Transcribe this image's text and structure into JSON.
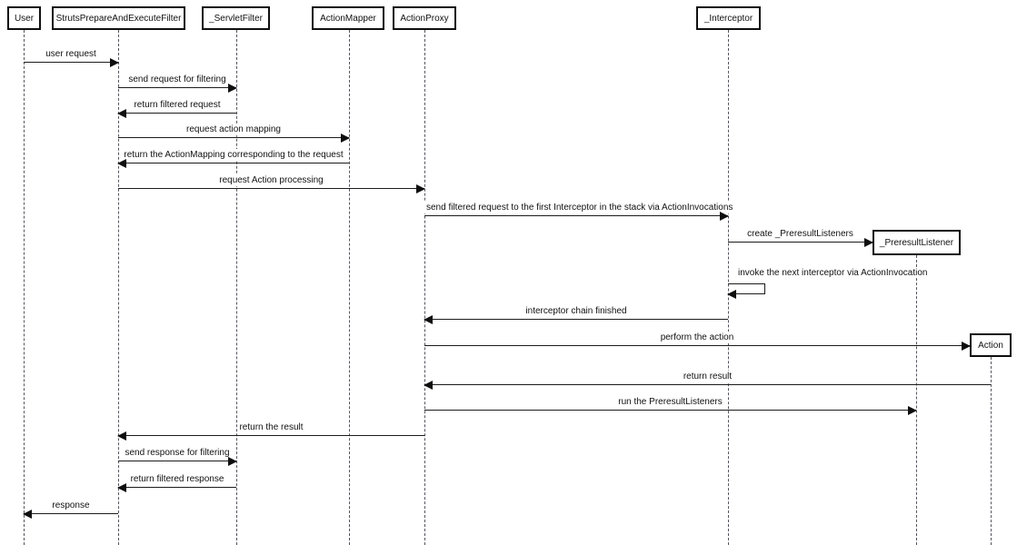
{
  "diagram": {
    "type": "uml-sequence",
    "colors": {
      "background": "#ffffff",
      "box_border": "#0f0f0f",
      "line": "#1c1c1c",
      "lifeline": "#55555f",
      "text": "#111111"
    }
  },
  "participants": [
    {
      "name": "User",
      "created": false
    },
    {
      "name": "StrutsPrepareAndExecuteFilter",
      "created": false
    },
    {
      "name": "_ServletFilter",
      "created": false
    },
    {
      "name": "ActionMapper",
      "created": false
    },
    {
      "name": "ActionProxy",
      "created": false
    },
    {
      "name": "_Interceptor",
      "created": false
    },
    {
      "name": "_PreresultListener",
      "created": true
    },
    {
      "name": "Action",
      "created": true
    }
  ],
  "messages": [
    {
      "label": "user request",
      "from": "User",
      "to": "StrutsPrepareAndExecuteFilter",
      "kind": "arrow"
    },
    {
      "label": "send request for filtering",
      "from": "StrutsPrepareAndExecuteFilter",
      "to": "_ServletFilter",
      "kind": "arrow"
    },
    {
      "label": "return filtered request",
      "from": "_ServletFilter",
      "to": "StrutsPrepareAndExecuteFilter",
      "kind": "arrow"
    },
    {
      "label": "request action mapping",
      "from": "StrutsPrepareAndExecuteFilter",
      "to": "ActionMapper",
      "kind": "arrow"
    },
    {
      "label": "return the ActionMapping corresponding to the request",
      "from": "ActionMapper",
      "to": "StrutsPrepareAndExecuteFilter",
      "kind": "arrow"
    },
    {
      "label": "request Action processing",
      "from": "StrutsPrepareAndExecuteFilter",
      "to": "ActionProxy",
      "kind": "arrow"
    },
    {
      "label": "send filtered request to the first Interceptor in the stack via ActionInvocations",
      "from": "ActionProxy",
      "to": "_Interceptor",
      "kind": "arrow"
    },
    {
      "label": "create _PreresultListeners",
      "from": "_Interceptor",
      "to": "_PreresultListener",
      "kind": "create"
    },
    {
      "label": "invoke the next interceptor via ActionInvocation",
      "from": "_Interceptor",
      "to": "_Interceptor",
      "kind": "self"
    },
    {
      "label": "interceptor chain finished",
      "from": "_Interceptor",
      "to": "ActionProxy",
      "kind": "arrow"
    },
    {
      "label": "perform the action",
      "from": "ActionProxy",
      "to": "Action",
      "kind": "create"
    },
    {
      "label": "return result",
      "from": "Action",
      "to": "ActionProxy",
      "kind": "arrow"
    },
    {
      "label": "run the PreresultListeners",
      "from": "ActionProxy",
      "to": "_PreresultListener",
      "kind": "arrow"
    },
    {
      "label": "return the result",
      "from": "ActionProxy",
      "to": "StrutsPrepareAndExecuteFilter",
      "kind": "arrow"
    },
    {
      "label": "send response for filtering",
      "from": "StrutsPrepareAndExecuteFilter",
      "to": "_ServletFilter",
      "kind": "arrow"
    },
    {
      "label": "return filtered response",
      "from": "_ServletFilter",
      "to": "StrutsPrepareAndExecuteFilter",
      "kind": "arrow"
    },
    {
      "label": "response",
      "from": "StrutsPrepareAndExecuteFilter",
      "to": "User",
      "kind": "arrow"
    }
  ]
}
